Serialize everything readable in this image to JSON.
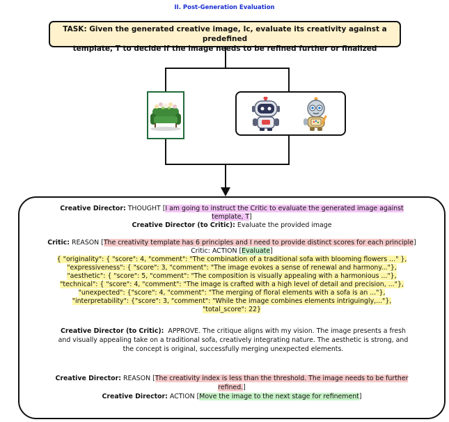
{
  "section_title": "II. Post-Generation Evaluation",
  "task": {
    "line1": "TASK: Given the generated creative image, Ic, evaluate its creativity against a predefined",
    "line2": "template, T to decide if the image needs to be refined further or finalized"
  },
  "images": {
    "sofa": "generated-image-sofa-with-flowers",
    "robots": [
      "robot-critic",
      "robot-creative-director"
    ]
  },
  "dialogue": {
    "cd_thought_speaker": "Creative Director:",
    "cd_thought_kw": "THOUGHT [",
    "cd_thought_text1": "I am going to instruct the Critic to evaluate the generated image against",
    "cd_thought_text2": "template, T",
    "cd_thought_close": "]",
    "cd_to_critic_speaker": "Creative Director (to Critic):",
    "cd_to_critic_text": "Evaluate the provided image",
    "critic_speaker": "Critic:",
    "critic_reason_kw": "REASON [",
    "critic_reason_text": "The creativity template has 6 principles and I need to provide distinct scores for each principle",
    "critic_reason_close": "]",
    "critic_action_prefix": "Critic: ACTION [",
    "critic_action_text": "Evaluate",
    "critic_action_close": "]",
    "score_lines": [
      "{ \"originality\": { \"score\": 4, \"comment\": \"The combination of a traditional sofa with blooming flowers ...\" },",
      "\"expressiveness\": { \"score\": 3, \"comment\": \"The image evokes a sense of renewal and harmony...\"},",
      "\"aesthetic\": { \"score\": 5, \"comment\": \"The composition is visually appealing with a harmonious ...\"},",
      "\"technical\": { \"score\": 4, \"comment\": \"The image is crafted with a high level of detail and precision, ...\"},",
      "\"unexpected\": {\"score\": 4, \"comment\": \"The merging of floral elements with a sofa is an ...\"},",
      "\"interpretability\": {\"score\": 3, \"comment\": \"While the image combines elements intriguingly,...\"},",
      "\"total_score\": 22}"
    ],
    "approve_speaker": "Creative Director (to Critic):",
    "approve_line1": "APPROVE. The critique aligns with my vision. The image presents a fresh",
    "approve_line2": "and visually appealing take on a traditional sofa, creatively integrating nature. The aesthetic is strong, and",
    "approve_line3": "the concept is original, successfully merging unexpected elements.",
    "cd_reason_speaker": "Creative Director:",
    "cd_reason_kw": "REASON [",
    "cd_reason_text1": "The creativity index is less than the threshold. The image needs to be further",
    "cd_reason_text2": "refined.",
    "cd_reason_close": "]",
    "cd_action_speaker": "Creative Director:",
    "cd_action_kw": "ACTION [",
    "cd_action_text": "Move the image to the next stage for refinement",
    "cd_action_close": "]"
  },
  "colors": {
    "title": "#1a2fd0",
    "task_fill": "#fff2cc",
    "sofa_frame": "#1e6b3a",
    "thought_highlight": "#f3c6f5",
    "reason_highlight": "#f6caca",
    "action_highlight": "#c8f2c8",
    "score_highlight": "#fdf6a8"
  }
}
